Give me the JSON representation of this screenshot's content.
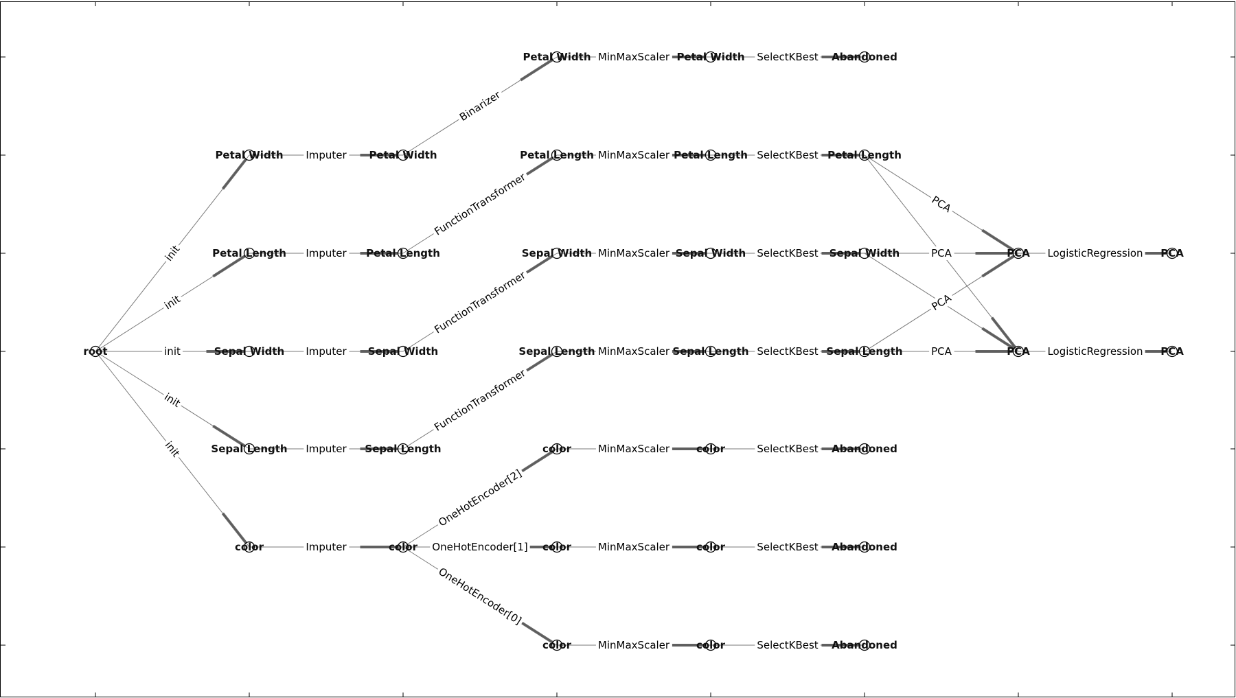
{
  "colors": {
    "edge": "#7a7a7a",
    "arrow": "#555555",
    "text": "#111111",
    "background": "#ffffff"
  },
  "nodes": [
    {
      "id": "root",
      "label": "root"
    },
    {
      "id": "c1_pw",
      "label": "Petal Width"
    },
    {
      "id": "c1_pl",
      "label": "Petal Length"
    },
    {
      "id": "c1_sw",
      "label": "Sepal Width"
    },
    {
      "id": "c1_sl",
      "label": "Sepal Length"
    },
    {
      "id": "c1_co",
      "label": "color"
    },
    {
      "id": "c2_pw",
      "label": "Petal Width"
    },
    {
      "id": "c2_pl",
      "label": "Petal Length"
    },
    {
      "id": "c2_sw",
      "label": "Sepal Width"
    },
    {
      "id": "c2_sl",
      "label": "Sepal Length"
    },
    {
      "id": "c2_co",
      "label": "color"
    },
    {
      "id": "c3_pw",
      "label": "Petal Width"
    },
    {
      "id": "c3_pl",
      "label": "Petal Length"
    },
    {
      "id": "c3_sw",
      "label": "Sepal Width"
    },
    {
      "id": "c3_sl",
      "label": "Sepal Length"
    },
    {
      "id": "c3_c2",
      "label": "color"
    },
    {
      "id": "c3_c1",
      "label": "color"
    },
    {
      "id": "c3_c0",
      "label": "color"
    },
    {
      "id": "c4_pw",
      "label": "Petal Width"
    },
    {
      "id": "c4_pl",
      "label": "Petal Length"
    },
    {
      "id": "c4_sw",
      "label": "Sepal Width"
    },
    {
      "id": "c4_sl",
      "label": "Sepal Length"
    },
    {
      "id": "c4_c2",
      "label": "color"
    },
    {
      "id": "c4_c1",
      "label": "color"
    },
    {
      "id": "c4_c0",
      "label": "color"
    },
    {
      "id": "c5_ab1",
      "label": "Abandoned"
    },
    {
      "id": "c5_pl",
      "label": "Petal Length"
    },
    {
      "id": "c5_sw",
      "label": "Sepal Width"
    },
    {
      "id": "c5_sl",
      "label": "Sepal Length"
    },
    {
      "id": "c5_ab2",
      "label": "Abandoned"
    },
    {
      "id": "c5_ab3",
      "label": "Abandoned"
    },
    {
      "id": "c5_ab4",
      "label": "Abandoned"
    },
    {
      "id": "c6_pca_a",
      "label": "PCA"
    },
    {
      "id": "c6_pca_b",
      "label": "PCA"
    },
    {
      "id": "c7_pca_a",
      "label": "PCA"
    },
    {
      "id": "c7_pca_b",
      "label": "PCA"
    }
  ],
  "edges": [
    {
      "from": "root",
      "to": "c1_pw",
      "label": "init"
    },
    {
      "from": "root",
      "to": "c1_pl",
      "label": "init"
    },
    {
      "from": "root",
      "to": "c1_sw",
      "label": "init"
    },
    {
      "from": "root",
      "to": "c1_sl",
      "label": "init"
    },
    {
      "from": "root",
      "to": "c1_co",
      "label": "init"
    },
    {
      "from": "c1_pw",
      "to": "c2_pw",
      "label": "Imputer"
    },
    {
      "from": "c1_pl",
      "to": "c2_pl",
      "label": "Imputer"
    },
    {
      "from": "c1_sw",
      "to": "c2_sw",
      "label": "Imputer"
    },
    {
      "from": "c1_sl",
      "to": "c2_sl",
      "label": "Imputer"
    },
    {
      "from": "c1_co",
      "to": "c2_co",
      "label": "Imputer"
    },
    {
      "from": "c2_pw",
      "to": "c3_pw",
      "label": "Binarizer"
    },
    {
      "from": "c2_pl",
      "to": "c3_pl",
      "label": "FunctionTransformer"
    },
    {
      "from": "c2_sw",
      "to": "c3_sw",
      "label": "FunctionTransformer"
    },
    {
      "from": "c2_sl",
      "to": "c3_sl",
      "label": "FunctionTransformer"
    },
    {
      "from": "c2_co",
      "to": "c3_c2",
      "label": "OneHotEncoder[2]"
    },
    {
      "from": "c2_co",
      "to": "c3_c1",
      "label": "OneHotEncoder[1]"
    },
    {
      "from": "c2_co",
      "to": "c3_c0",
      "label": "OneHotEncoder[0]"
    },
    {
      "from": "c3_pw",
      "to": "c4_pw",
      "label": "MinMaxScaler"
    },
    {
      "from": "c3_pl",
      "to": "c4_pl",
      "label": "MinMaxScaler"
    },
    {
      "from": "c3_sw",
      "to": "c4_sw",
      "label": "MinMaxScaler"
    },
    {
      "from": "c3_sl",
      "to": "c4_sl",
      "label": "MinMaxScaler"
    },
    {
      "from": "c3_c2",
      "to": "c4_c2",
      "label": "MinMaxScaler"
    },
    {
      "from": "c3_c1",
      "to": "c4_c1",
      "label": "MinMaxScaler"
    },
    {
      "from": "c3_c0",
      "to": "c4_c0",
      "label": "MinMaxScaler"
    },
    {
      "from": "c4_pw",
      "to": "c5_ab1",
      "label": "SelectKBest"
    },
    {
      "from": "c4_pl",
      "to": "c5_pl",
      "label": "SelectKBest"
    },
    {
      "from": "c4_sw",
      "to": "c5_sw",
      "label": "SelectKBest"
    },
    {
      "from": "c4_sl",
      "to": "c5_sl",
      "label": "SelectKBest"
    },
    {
      "from": "c4_c2",
      "to": "c5_ab2",
      "label": "SelectKBest"
    },
    {
      "from": "c4_c1",
      "to": "c5_ab3",
      "label": "SelectKBest"
    },
    {
      "from": "c4_c0",
      "to": "c5_ab4",
      "label": "SelectKBest"
    },
    {
      "from": "c5_pl",
      "to": "c6_pca_a",
      "label": "PCA"
    },
    {
      "from": "c5_pl",
      "to": "c6_pca_b",
      "label": ""
    },
    {
      "from": "c5_sw",
      "to": "c6_pca_a",
      "label": "PCA"
    },
    {
      "from": "c5_sw",
      "to": "c6_pca_b",
      "label": ""
    },
    {
      "from": "c5_sl",
      "to": "c6_pca_a",
      "label": "PCA"
    },
    {
      "from": "c5_sl",
      "to": "c6_pca_b",
      "label": "PCA"
    },
    {
      "from": "c6_pca_a",
      "to": "c7_pca_a",
      "label": "LogisticRegression"
    },
    {
      "from": "c6_pca_b",
      "to": "c7_pca_b",
      "label": "LogisticRegression"
    }
  ]
}
